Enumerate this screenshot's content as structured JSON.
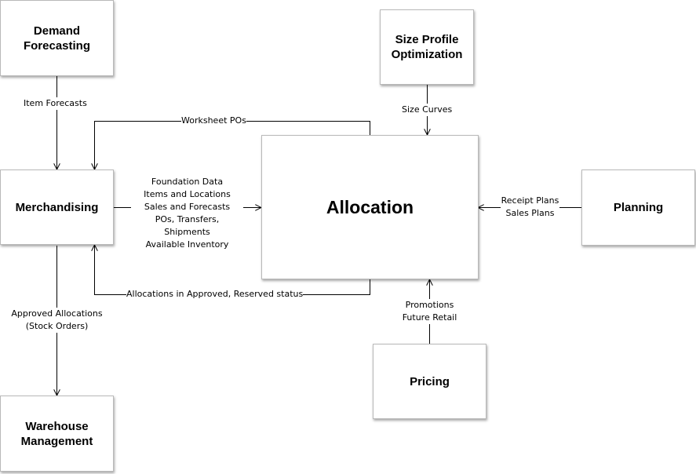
{
  "boxes": {
    "demand_forecasting": "Demand\nForecasting",
    "size_profile": "Size Profile\nOptimization",
    "merchandising": "Merchandising",
    "allocation": "Allocation",
    "planning": "Planning",
    "pricing": "Pricing",
    "warehouse": "Warehouse\nManagement"
  },
  "labels": {
    "item_forecasts": "Item Forecasts",
    "worksheet_pos": "Worksheet POs",
    "size_curves": "Size Curves",
    "merch_to_alloc": "Foundation Data\nItems and Locations\nSales and Forecasts\nPOs, Transfers, Shipments\nAvailable Inventory",
    "alloc_to_merch": "Allocations in Approved, Reserved status",
    "planning_to_alloc": "Receipt Plans\nSales Plans",
    "pricing_to_alloc": "Promotions\nFuture Retail",
    "approved_allocations": "Approved Allocations\n(Stock Orders)"
  }
}
